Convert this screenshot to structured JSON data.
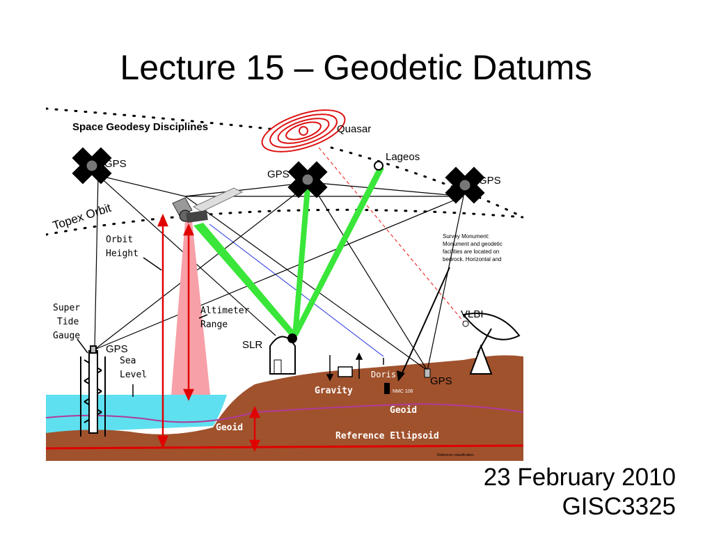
{
  "slide": {
    "title": "Lecture 15 – Geodetic Datums",
    "date": "23 February 2010",
    "course": "GISC3325"
  },
  "figure": {
    "heading": "Space Geodesy Disciplines",
    "labels": {
      "quasar": "Quasar",
      "lageos": "Lageos",
      "gps": "GPS",
      "topex_orbit": "Topex Orbit",
      "orbit_height_1": "Orbit",
      "orbit_height_2": "Height",
      "altimeter_1": "Altimeter",
      "altimeter_2": "Range",
      "super_1": "Super",
      "tide_1": "Tide",
      "gauge_1": "Gauge",
      "sea_1": "Sea",
      "level_1": "Level",
      "slr": "SLR",
      "vlbi": "VLBI",
      "gravity": "Gravity",
      "doris": "Doris",
      "nmc": "NMC 106",
      "geoid": "Geoid",
      "reference_ellipsoid": "Reference Ellipsoid",
      "monument_1": "Survey Monument:",
      "monument_2": "Monument and geodetic",
      "monument_3": "facilities are located on",
      "monument_4": "bedrock. Horizontal and",
      "credit": "Reference classification"
    }
  }
}
